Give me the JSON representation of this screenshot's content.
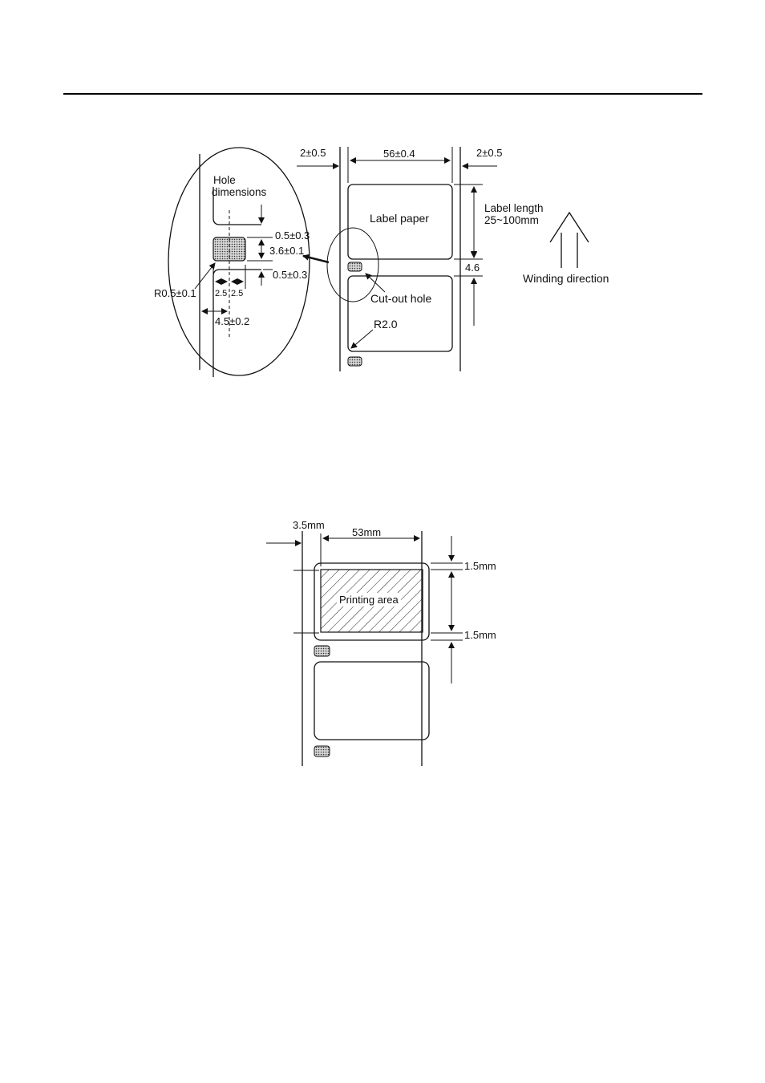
{
  "diagram1": {
    "hole_dimensions_line1": "Hole",
    "hole_dimensions_line2": "dimensions",
    "dim_top_gap": "0.5±0.3",
    "dim_hole_height": "3.6±0.1",
    "dim_bottom_gap": "0.5±0.3",
    "radius_hole": "R0.5±0.1",
    "half_width_left": "2.5",
    "half_width_right": "2.5",
    "hole_offset": "4.5±0.2",
    "left_margin": "2±0.5",
    "label_width": "56±0.4",
    "right_margin": "2±0.5",
    "label_paper": "Label paper",
    "label_length_line1": "Label length",
    "label_length_line2": "25~100mm",
    "gap": "4.6",
    "winding_direction": "Winding direction",
    "cut_out_hole": "Cut-out hole",
    "corner_radius": "R2.0"
  },
  "diagram2": {
    "left_margin": "3.5mm",
    "print_width": "53mm",
    "top_margin": "1.5mm",
    "bottom_margin": "1.5mm",
    "printing_area": "Printing area"
  }
}
